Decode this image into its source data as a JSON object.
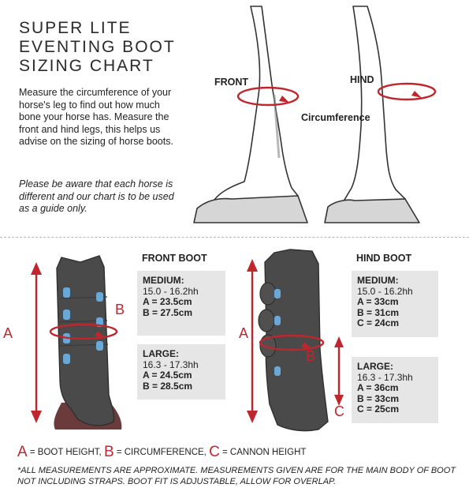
{
  "title_lines": [
    "SUPER LITE",
    "EVENTING BOOT",
    "SIZING CHART"
  ],
  "intro": "Measure the circumference of your horse's leg to find out how much bone your horse has. Measure the front and hind legs, this helps us advise on the sizing of horse boots.",
  "note": "Please be aware that each horse is different and our chart is to be used as a guide only.",
  "diagram_labels": {
    "front": "FRONT",
    "hind": "HIND",
    "circumference": "Circumference"
  },
  "boot_letters": {
    "a": "A",
    "b": "B",
    "c": "C"
  },
  "front_boot": {
    "title": "FRONT BOOT",
    "sizes": [
      {
        "name": "MEDIUM:",
        "height": "15.0 - 16.2hh",
        "a": "A = 23.5cm",
        "b": "B = 27.5cm"
      },
      {
        "name": "LARGE:",
        "height": "16.3 - 17.3hh",
        "a": "A = 24.5cm",
        "b": "B = 28.5cm"
      }
    ]
  },
  "hind_boot": {
    "title": "HIND BOOT",
    "sizes": [
      {
        "name": "MEDIUM:",
        "height": "15.0 - 16.2hh",
        "a": "A = 33cm",
        "b": "B = 31cm",
        "c": "C = 24cm"
      },
      {
        "name": "LARGE:",
        "height": "16.3 - 17.3hh",
        "a": "A = 36cm",
        "b": "B = 33cm",
        "c": "C = 25cm"
      }
    ]
  },
  "legend": {
    "a": "A",
    "a_text": " = BOOT HEIGHT, ",
    "b": "B",
    "b_text": " = CIRCUMFERENCE, ",
    "c": "C",
    "c_text": " = CANNON HEIGHT"
  },
  "disclaimer": "*ALL MEASUREMENTS ARE APPROXIMATE. MEASUREMENTS GIVEN ARE FOR THE MAIN BODY OF BOOT NOT INCLUDING STRAPS. BOOT FIT IS ADJUSTABLE, ALLOW FOR OVERLAP.",
  "colors": {
    "accent_red": "#c0262d",
    "box_grey": "#e6e6e6",
    "boot_dark": "#4a4a4a",
    "boot_blue": "#6aa8d8"
  }
}
